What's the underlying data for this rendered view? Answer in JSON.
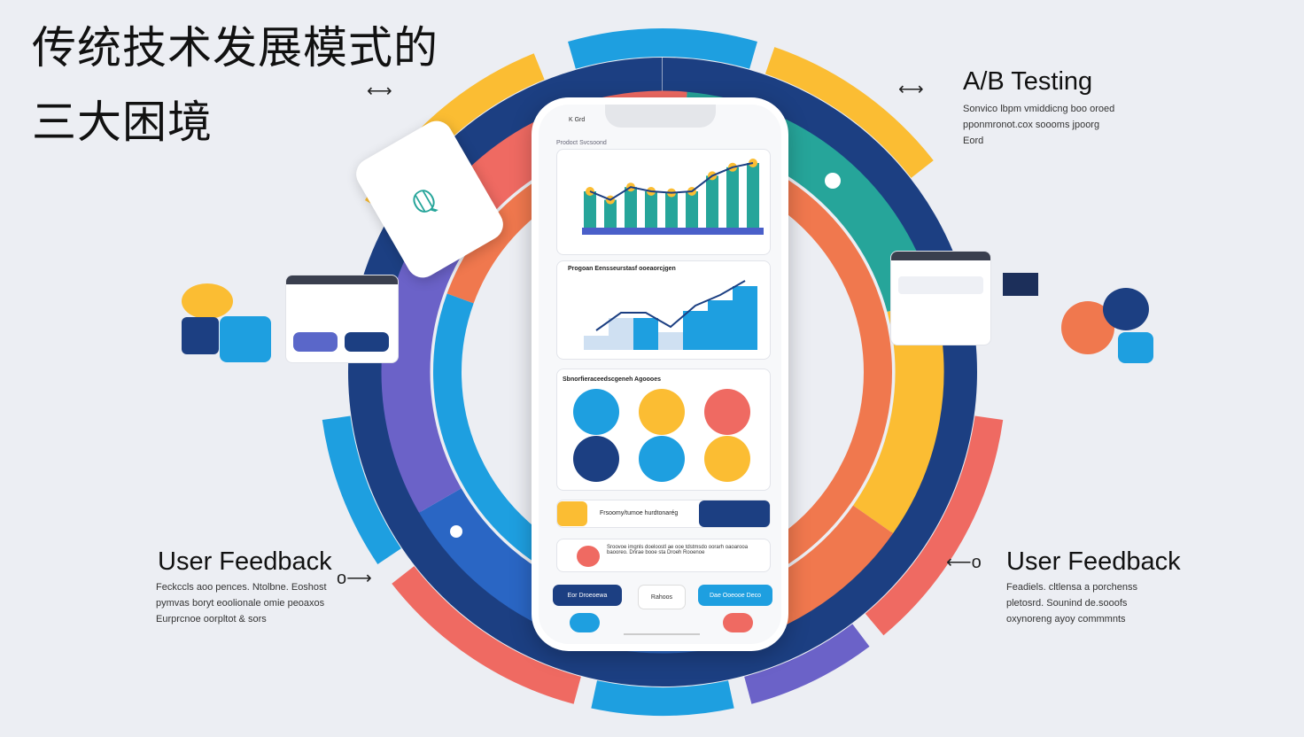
{
  "title": {
    "line1": "传统技术发展模式的",
    "line2": "三大困境"
  },
  "ab_testing": {
    "heading": "A/B Testing",
    "text": "Sonvico lbpm vmiddicng boo oroed pponmronot.cox soooms jpoorg Eord"
  },
  "feedback_left": {
    "heading": "User Feedback",
    "text": "Feckccls aoo pences. Ntolbne. Eoshost pymvas boryt eoolionale omie peoaxos Eurprcnoe oorpltot & sors"
  },
  "feedback_right": {
    "heading": "User Feedback",
    "text": "Feadiels. cltlensa a porchenss pletosrd. Sounind de.sooofs oxynoreng ayoy commmnts"
  },
  "phone": {
    "header": "K Grd",
    "chart1_label": "Prodoct Svcsoond",
    "chart2_title": "Progoan Eensseurstasf ooeaorcjgen",
    "grid_title": "Sbnorfieraceedscgeneh Agoooes",
    "banner_text": "Frsoomy/tumoe hurdtonarég",
    "info_text": "Sroovoe imgnls doeloostl ae ooe tdstmsdo oorarh oaoarooa baooreo. Dnrae booe sta Droeh Rooenoe",
    "buttons": [
      "Eor Droeoewa",
      "Rahoos",
      "Dae Ooeooe Deco"
    ],
    "chart_bars": [
      60,
      48,
      66,
      60,
      58,
      60,
      82,
      94,
      100
    ],
    "chart2_bars": [
      20,
      45,
      45,
      25,
      55,
      70,
      90
    ]
  },
  "colors": {
    "navy": "#1c3f82",
    "blue": "#1e9fe0",
    "yellow": "#fbbd33",
    "red": "#ef6a62",
    "teal": "#26a59a",
    "purple": "#6b62c8",
    "orange": "#f0784e"
  }
}
